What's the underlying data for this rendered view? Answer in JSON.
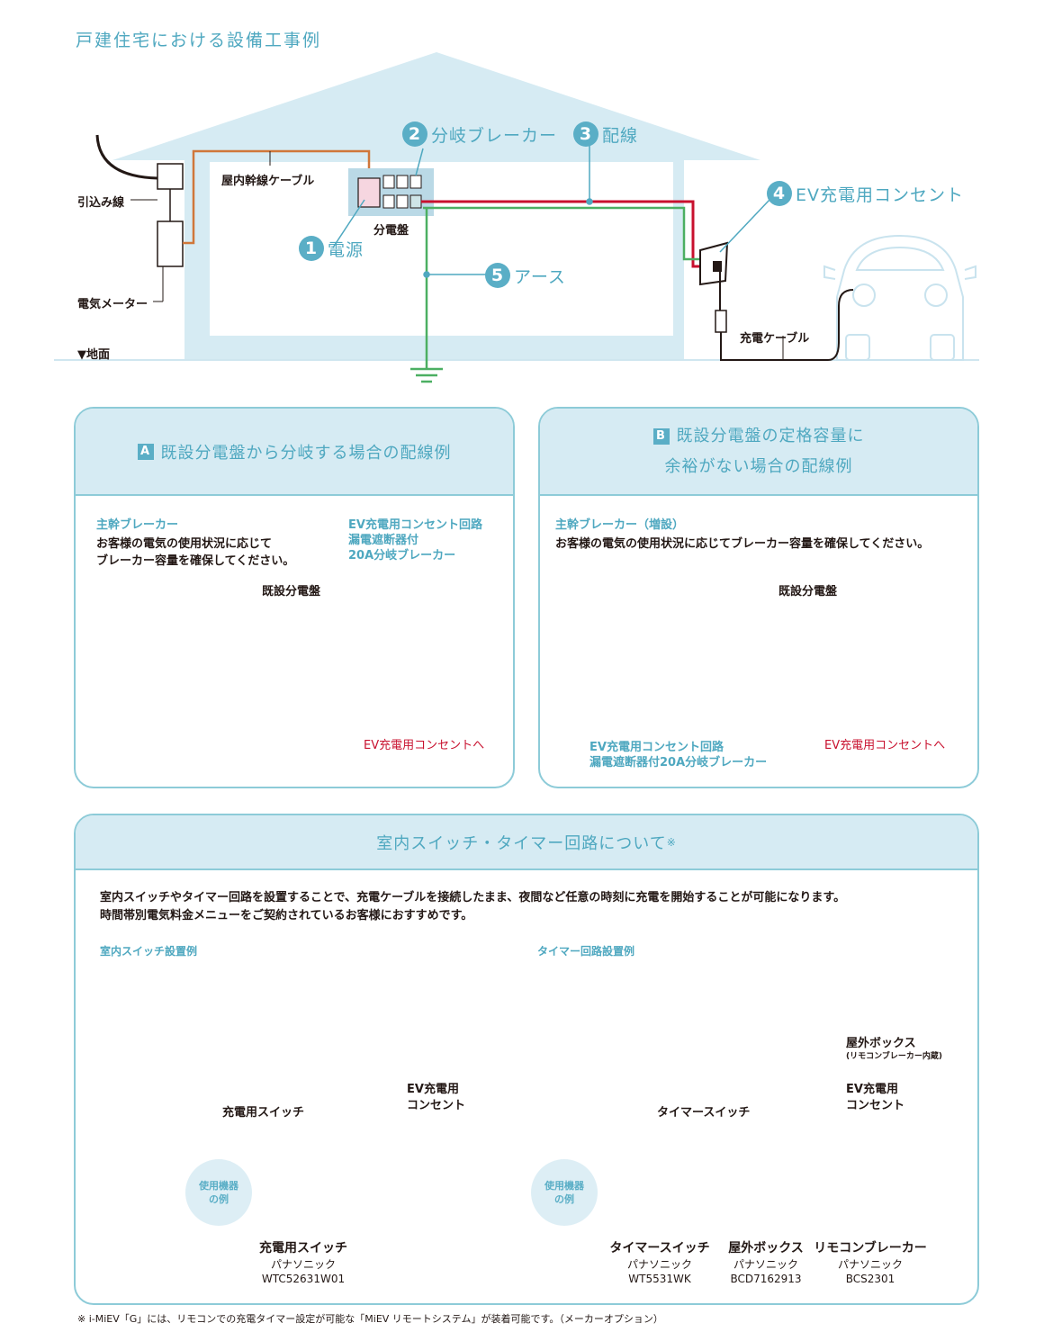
{
  "page_title": "戸建住宅における設備工事例",
  "house": {
    "labels": {
      "hikikomi": "引込み線",
      "meter": "電気メーター",
      "ground": "▼地面",
      "main_cable": "屋内幹線ケーブル",
      "panel": "分電盤",
      "charge_cable": "充電ケーブル"
    },
    "callouts": [
      {
        "num": "1",
        "text": "電源"
      },
      {
        "num": "2",
        "text": "分岐ブレーカー"
      },
      {
        "num": "3",
        "text": "配線"
      },
      {
        "num": "4",
        "text": "EV充電用コンセント"
      },
      {
        "num": "5",
        "text": "アース"
      }
    ]
  },
  "panel_a": {
    "badge": "A",
    "title": "既設分電盤から分岐する場合の配線例",
    "main_breaker_title": "主幹ブレーカー",
    "main_breaker_note_1": "お客様の電気の使用状況に応じて",
    "main_breaker_note_2": "ブレーカー容量を確保してください。",
    "branch_1": "EV充電用コンセント回路",
    "branch_2": "漏電遮断器付",
    "branch_3": "20A分岐ブレーカー",
    "board_label": "既設分電盤",
    "to_outlet": "EV充電用コンセントへ"
  },
  "panel_b": {
    "badge": "B",
    "title_1": "既設分電盤の定格容量に",
    "title_2": "余裕がない場合の配線例",
    "main_breaker_title": "主幹ブレーカー（増設）",
    "main_breaker_note": "お客様の電気の使用状況に応じてブレーカー容量を確保してください。",
    "board_label": "既設分電盤",
    "branch_1": "EV充電用コンセント回路",
    "branch_2": "漏電遮断器付20A分岐ブレーカー",
    "to_outlet": "EV充電用コンセントへ"
  },
  "switch_section": {
    "title": "室内スイッチ・タイマー回路について",
    "title_mark": "※",
    "desc_1": "室内スイッチやタイマー回路を設置することで、充電ケーブルを接続したまま、夜間など任意の時刻に充電を開始することが可能になります。",
    "desc_2": "時間帯別電気料金メニューをご契約されているお客様におすすめです。",
    "left": {
      "heading": "室内スイッチ設置例",
      "switch_label": "充電用スイッチ",
      "outlet_1": "EV充電用",
      "outlet_2": "コンセント",
      "bubble_1": "使用機器",
      "bubble_2": "の例",
      "product": {
        "name": "充電用スイッチ",
        "maker": "パナソニック",
        "model": "WTC52631W01"
      }
    },
    "right": {
      "heading": "タイマー回路設置例",
      "timer_label": "タイマースイッチ",
      "box_1": "屋外ボックス",
      "box_2": "(リモコンブレーカー内蔵)",
      "outlet_1": "EV充電用",
      "outlet_2": "コンセント",
      "bubble_1": "使用機器",
      "bubble_2": "の例",
      "products": [
        {
          "name": "タイマースイッチ",
          "maker": "パナソニック",
          "model": "WT5531WK"
        },
        {
          "name": "屋外ボックス",
          "maker": "パナソニック",
          "model": "BCD7162913"
        },
        {
          "name": "リモコンブレーカー",
          "maker": "パナソニック",
          "model": "BCS2301"
        }
      ]
    }
  },
  "footnote": "※ i-MiEV「G」には、リモコンでの充電タイマー設定が可能な「MiEV リモートシステム」が装着可能です。（メーカーオプション）",
  "colors": {
    "teal": "#4fa8c0",
    "light_blue": "#d6ebf3",
    "red": "#c8102e",
    "green": "#4caf62",
    "orange": "#d0773a",
    "purple": "#4b2d8c"
  }
}
